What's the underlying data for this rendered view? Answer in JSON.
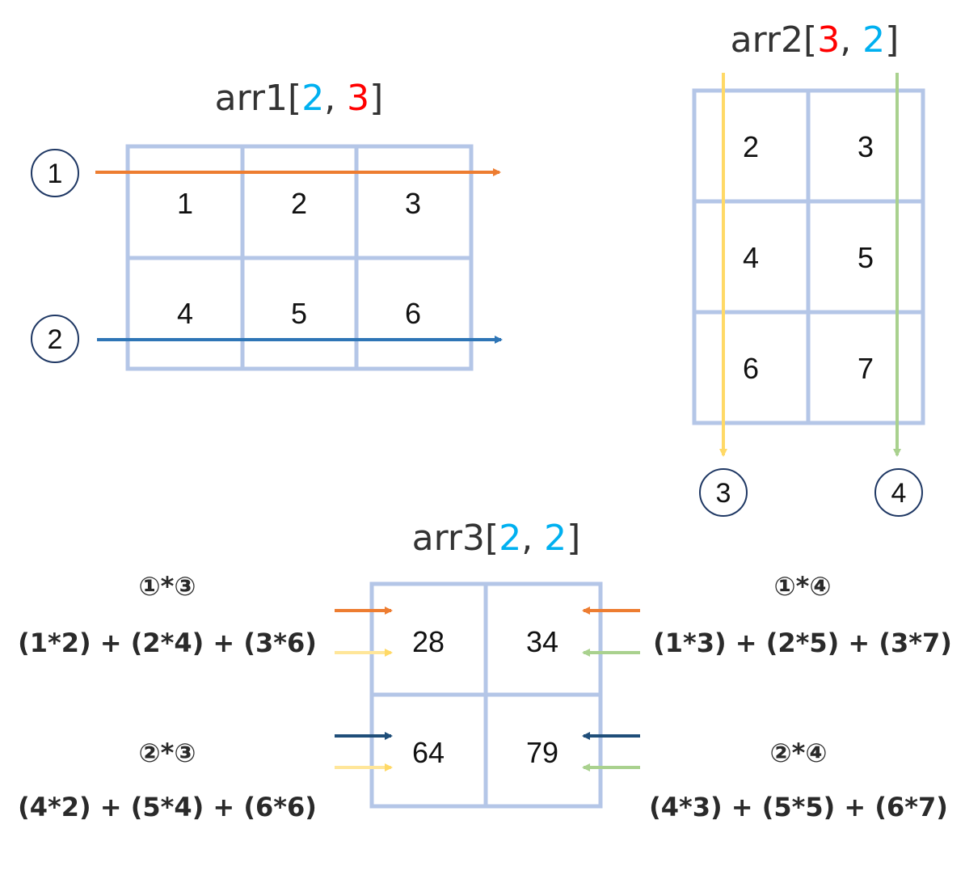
{
  "colors": {
    "grid": "#b4c6e7",
    "index_blue": "#00b0f0",
    "index_red": "#ff0000",
    "arrow_orange": "#ed7d31",
    "arrow_blue": "#2e75b6",
    "arrow_darkblue": "#1f4e79",
    "arrow_yellow": "#ffd966",
    "arrow_green": "#a9d18e"
  },
  "arr1": {
    "name": "arr1[",
    "dim1": "2",
    "sep": ", ",
    "dim2": "3",
    "close": "]",
    "cells": [
      [
        "1",
        "2",
        "3"
      ],
      [
        "4",
        "5",
        "6"
      ]
    ]
  },
  "arr2": {
    "name": "arr2[",
    "dim1": "3",
    "sep": ", ",
    "dim2": "2",
    "close": "]",
    "cells": [
      [
        "2",
        "3"
      ],
      [
        "4",
        "5"
      ],
      [
        "6",
        "7"
      ]
    ]
  },
  "arr3": {
    "name": "arr3[",
    "dim1": "2",
    "sep": ", ",
    "dim2": "2",
    "close": "]",
    "cells": [
      [
        "28",
        "34"
      ],
      [
        "64",
        "79"
      ]
    ]
  },
  "badges": {
    "row1": "1",
    "row2": "2",
    "col1": "3",
    "col2": "4"
  },
  "formulas": {
    "top_left": {
      "label": "①*③",
      "expr": "(1*2) + (2*4) + (3*6)"
    },
    "top_right": {
      "label": "①*④",
      "expr": "(1*3) + (2*5) + (3*7)"
    },
    "bottom_left": {
      "label": "②*③",
      "expr": "(4*2) + (5*4) + (6*6)"
    },
    "bottom_right": {
      "label": "②*④",
      "expr": "(4*3) + (5*5) + (6*7)"
    }
  }
}
